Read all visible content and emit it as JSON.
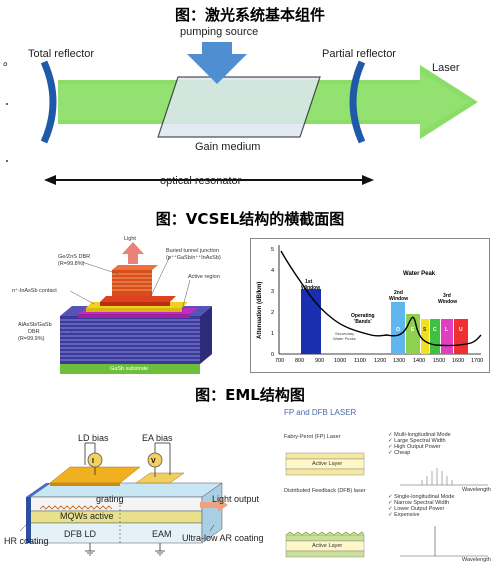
{
  "captions": {
    "fig1": "图：激光系统基本组件",
    "fig2": "图：VCSEL结构的横截面图",
    "fig3": "图：EML结构图"
  },
  "margin_mark": "。",
  "laser_system": {
    "total_reflector": "Total reflector",
    "pumping_source": "pumping source",
    "partial_reflector": "Partial reflector",
    "laser": "Laser",
    "gain_medium": "Gain medium",
    "optical_resonator": "optical resonator"
  },
  "vcsel": {
    "light": "Light",
    "top_dbr": "Ge/ZnS DBR",
    "top_dbr_r": "(R=99.8%)",
    "contact": "n⁺-InAsSb contact",
    "buried_tunnel_junction": "Buried tunnel junction",
    "btj_sub": "(p⁺⁺GaSb/n⁺⁺InAsSb)",
    "active_region": "Active region",
    "bottom_dbr": "AlAsSb/GaSb",
    "bottom_dbr2": "DBR",
    "bottom_dbr_r": "(R=99.9%)",
    "substrate": "GaSb substrate"
  },
  "attenuation_chart": {
    "ylabel": "Attenuation (dB/km)",
    "x_ticks": [
      "700",
      "800",
      "900",
      "1000",
      "1100",
      "1200",
      "1300",
      "1400",
      "1500",
      "1600",
      "1700"
    ],
    "y_ticks": [
      "0",
      "1",
      "2",
      "3",
      "4",
      "5"
    ],
    "window1": "1st\nWindow",
    "window2": "2nd\nWindow",
    "window3": "3rd\nWindow",
    "water_peak": "Water Peak",
    "operating_bands": "Operating\n'Bands'",
    "secondary_water_peaks": "Secondary\nWater Peaks",
    "band_letters": [
      "O",
      "E",
      "S",
      "C",
      "L",
      "U"
    ]
  },
  "fp_dfb": {
    "title": "FP and DFB LASER",
    "fp_label": "Fabry-Perot (FP) Laser",
    "dfb_label": "Distributed Feedback (DFB) laser",
    "active_layer": "Active Layer",
    "wavelength": "Wavelength",
    "fp_features": [
      "Multi-longitudinal Mode",
      "Large Spectral Width",
      "High Output Power",
      "Cheap"
    ],
    "dfb_features": [
      "Single-longitudinal Mode",
      "Narrow Spectral Width",
      "Lower Output Power",
      "Expensive"
    ]
  },
  "eml": {
    "ld_bias": "LD bias",
    "ea_bias": "EA bias",
    "ld_symbol": "I",
    "ea_symbol": "V",
    "grating": "grating",
    "mqws_active": "MQWs active",
    "dfb_ld": "DFB LD",
    "eam": "EAM",
    "light_output": "Light output",
    "hr_coating": "HR coating",
    "ar_coating": "Ultra-low AR coating"
  },
  "colors": {
    "arrow_green": "#7ed957",
    "pump_blue": "#4f8fd1",
    "mirror_blue": "#1e5aa8",
    "grating_orange": "#f0a020",
    "active_yellow": "#e8e08a"
  }
}
